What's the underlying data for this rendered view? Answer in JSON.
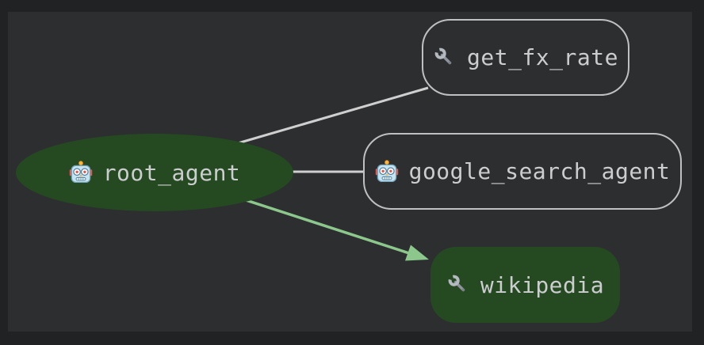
{
  "graph": {
    "nodes": [
      {
        "id": "root_agent",
        "label": "root_agent",
        "icon": "robot-icon",
        "kind": "agent",
        "shape": "ellipse",
        "highlighted": true
      },
      {
        "id": "get_fx_rate",
        "label": "get_fx_rate",
        "icon": "wrench-icon",
        "kind": "tool",
        "shape": "rounded-outline",
        "highlighted": false
      },
      {
        "id": "google_search_agent",
        "label": "google_search_agent",
        "icon": "robot-icon",
        "kind": "agent",
        "shape": "rounded-outline",
        "highlighted": false
      },
      {
        "id": "wikipedia",
        "label": "wikipedia",
        "icon": "wrench-icon",
        "kind": "tool",
        "shape": "rounded-filled",
        "highlighted": true
      }
    ],
    "edges": [
      {
        "from": "root_agent",
        "to": "get_fx_rate",
        "style": "line",
        "color": "#cfcfcf"
      },
      {
        "from": "root_agent",
        "to": "google_search_agent",
        "style": "line",
        "color": "#cfcfcf"
      },
      {
        "from": "root_agent",
        "to": "wikipedia",
        "style": "arrow",
        "color": "#8cc78c"
      }
    ],
    "colors": {
      "canvas_outer": "#212223",
      "canvas_inner": "#2c2e30",
      "node_highlight_fill": "#254a22",
      "node_outline": "#bfc0c2",
      "edge_gray": "#cfcfcf",
      "edge_green": "#8cc78c",
      "label_text": "#cccdcf"
    }
  }
}
